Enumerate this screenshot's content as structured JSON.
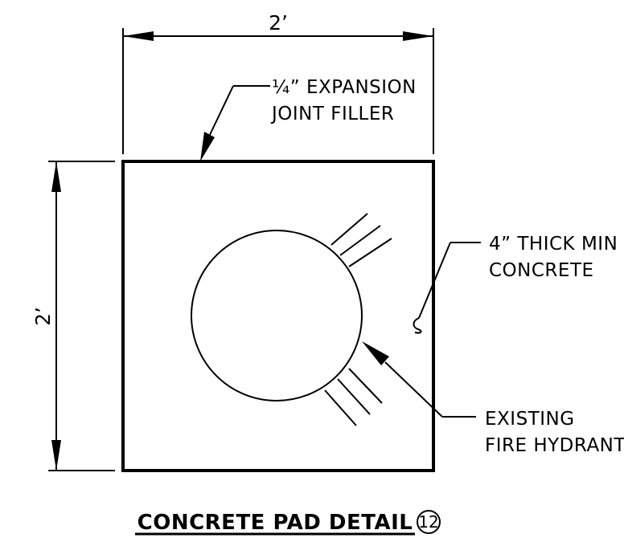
{
  "dimensions": {
    "width_label": "2’",
    "height_label": "2’"
  },
  "callouts": {
    "expansion_joint": {
      "line1": "¼” EXPANSION",
      "line2": "JOINT FILLER"
    },
    "concrete": {
      "line1": "4” THICK MIN",
      "line2": "CONCRETE"
    },
    "hydrant": {
      "line1": "EXISTING",
      "line2": "FIRE HYDRANT"
    }
  },
  "title": {
    "text": "CONCRETE PAD DETAIL",
    "detail_number": "12"
  }
}
